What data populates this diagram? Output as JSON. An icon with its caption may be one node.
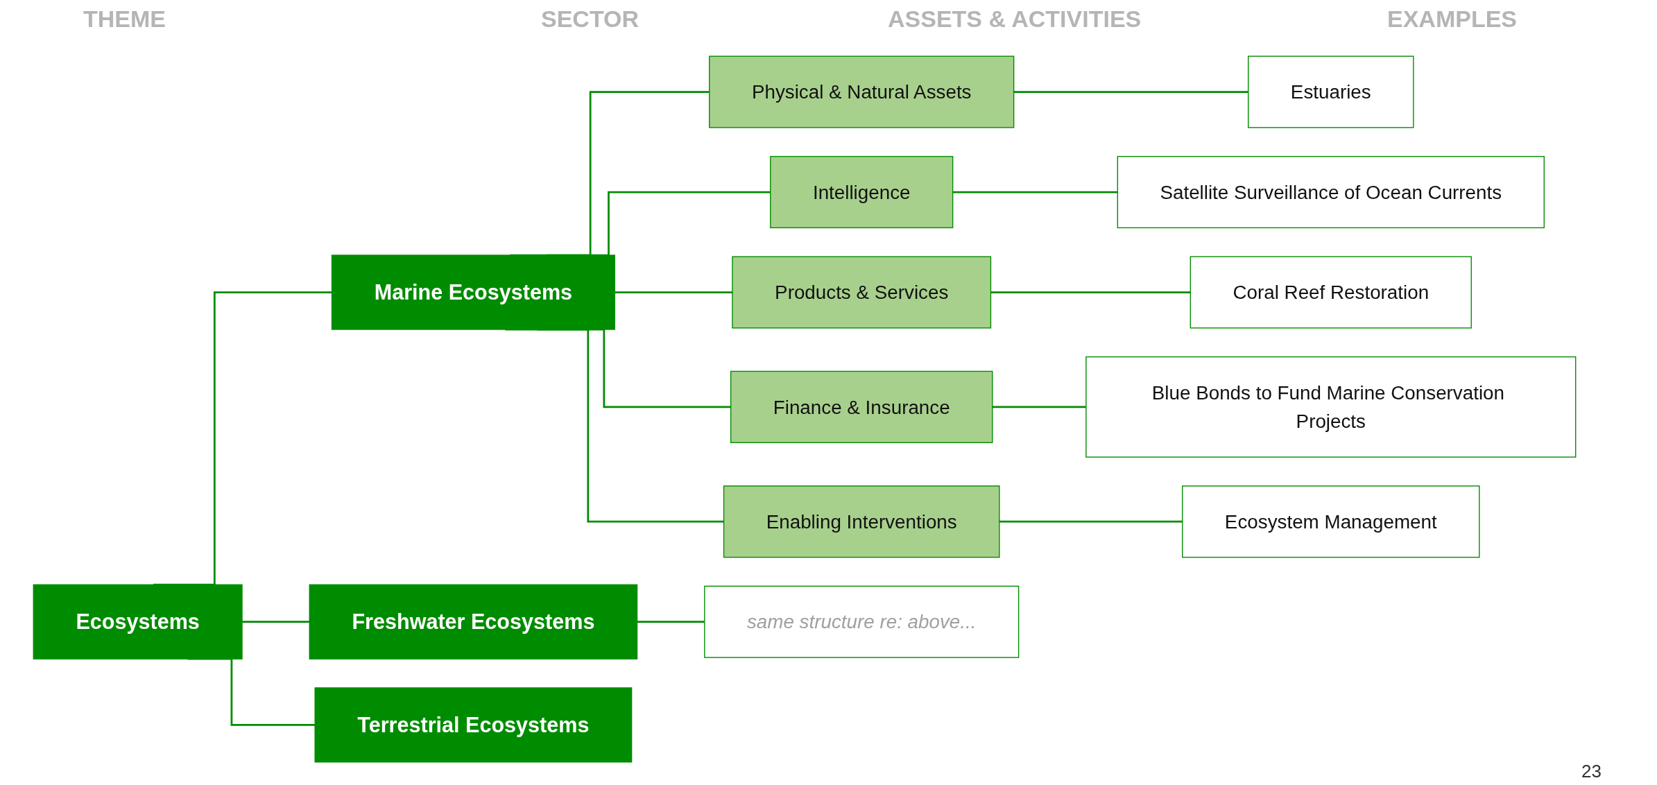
{
  "diagram": {
    "nodes": [
      {
        "text": [
          "Ecosystems"
        ]
      },
      {
        "text": [
          "Marine Ecosystems"
        ]
      },
      {
        "text": [
          "Physical & Natural Assets"
        ]
      },
      {
        "text": [
          "Intelligence"
        ]
      },
      {
        "text": [
          "Products & Services"
        ]
      },
      {
        "text": [
          "Finance & Insurance"
        ]
      },
      {
        "text": [
          "Enabling Interventions"
        ]
      },
      {
        "text": [
          "Estuaries"
        ]
      },
      {
        "text": [
          "Satellite Surveillance of Ocean Currents"
        ]
      },
      {
        "text": [
          "Coral Reef Restoration"
        ]
      },
      {
        "text": [
          "Blue Bonds to Fund Marine Conservation Projects"
        ]
      },
      {
        "text": [
          "Ecosystem Management"
        ]
      },
      {
        "text": [
          "Freshwater Ecosystems"
        ]
      },
      {
        "text": [
          "same structure re: above..."
        ]
      },
      {
        "text": [
          "Terrestrial Ecosystems"
        ]
      }
    ],
    "edges": [
      {
        "from": 0,
        "to": 1,
        "arrow": "none"
      },
      {
        "from": 0,
        "to": 12,
        "arrow": "none"
      },
      {
        "from": 0,
        "to": 14,
        "arrow": "none"
      },
      {
        "from": 1,
        "to": 2,
        "arrow": "none"
      },
      {
        "from": 1,
        "to": 3,
        "arrow": "none"
      },
      {
        "from": 1,
        "to": 4,
        "arrow": "none"
      },
      {
        "from": 1,
        "to": 5,
        "arrow": "none"
      },
      {
        "from": 1,
        "to": 6,
        "arrow": "none"
      },
      {
        "from": 2,
        "to": 7,
        "arrow": "none"
      },
      {
        "from": 3,
        "to": 8,
        "arrow": "none"
      },
      {
        "from": 4,
        "to": 9,
        "arrow": "none"
      },
      {
        "from": 5,
        "to": 10,
        "arrow": "none"
      },
      {
        "from": 6,
        "to": 11,
        "arrow": "none"
      },
      {
        "from": 12,
        "to": 13,
        "arrow": "none"
      }
    ],
    "labels": [
      "THEME",
      "SECTOR",
      "ASSETS & ACTIVITIES",
      "EXAMPLES",
      "23"
    ]
  }
}
